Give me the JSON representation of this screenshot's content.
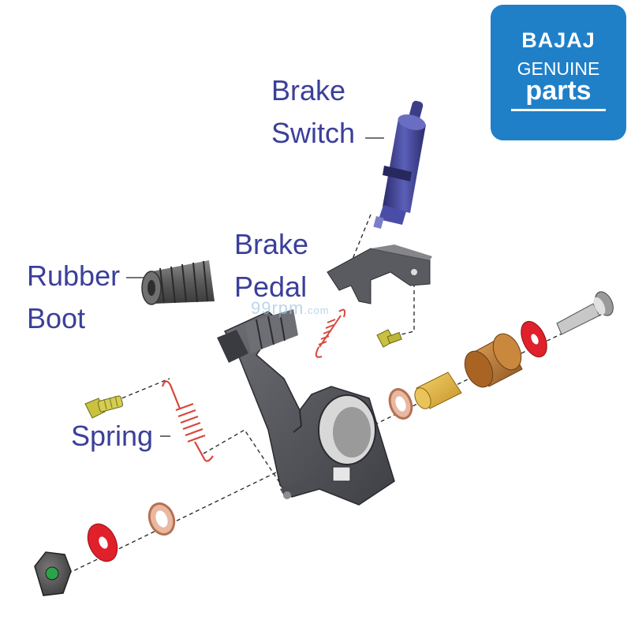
{
  "labels": {
    "brake_switch": [
      "Brake",
      "Switch"
    ],
    "brake_pedal": [
      "Brake",
      "Pedal"
    ],
    "rubber_boot": [
      "Rubber",
      "Boot"
    ],
    "spring": "Spring"
  },
  "logo": {
    "brand": "BAJAJ",
    "line2": "GENUINE",
    "line3": "parts"
  },
  "watermark": {
    "main": "99rpm",
    "suffix": ".com"
  },
  "colors": {
    "label_text": "#3b3f9a",
    "logo_bg": "#1f80c8",
    "pedal_gray": "#55565c",
    "switch_blue": "#3d3f8f",
    "spring_red": "#d9463a",
    "washer_red": "#e0202a",
    "bushing_brown": "#b6722c",
    "bolt_yellow": "#c9c23e"
  }
}
